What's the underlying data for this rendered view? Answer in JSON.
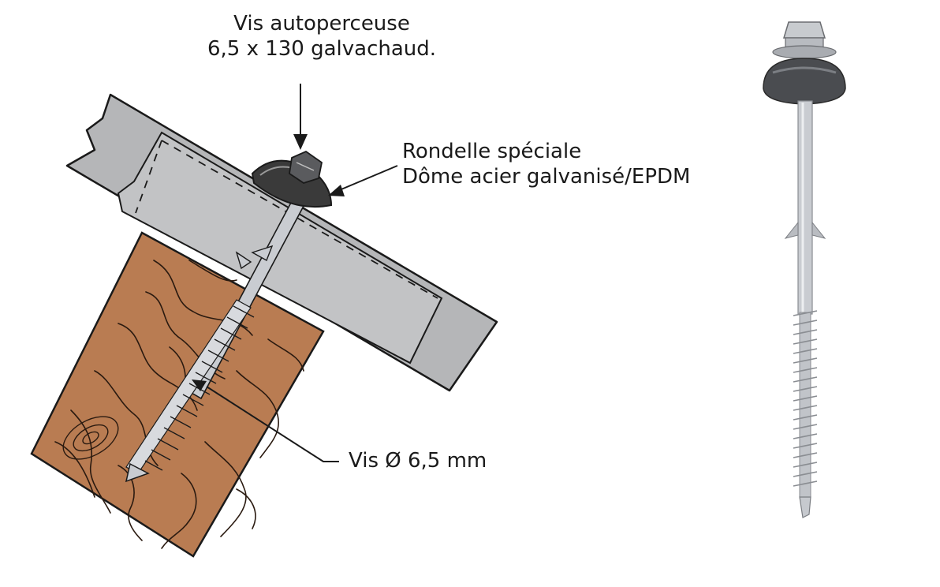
{
  "labels": {
    "screw_title_line1": "Vis autoperceuse",
    "screw_title_line2": "6,5 x 130 galvachaud.",
    "washer_line1": "Rondelle spéciale",
    "washer_line2": "Dôme acier galvanisé/EPDM",
    "diameter": "Vis Ø 6,5 mm"
  },
  "colors": {
    "wood": "#b97c52",
    "wood_grain": "#2a1a10",
    "steel_sheet": "#b5b6b8",
    "washer_dome": "#3a3a3a",
    "screw_metal": "#c9ccd1",
    "outline": "#1a1a1a"
  }
}
